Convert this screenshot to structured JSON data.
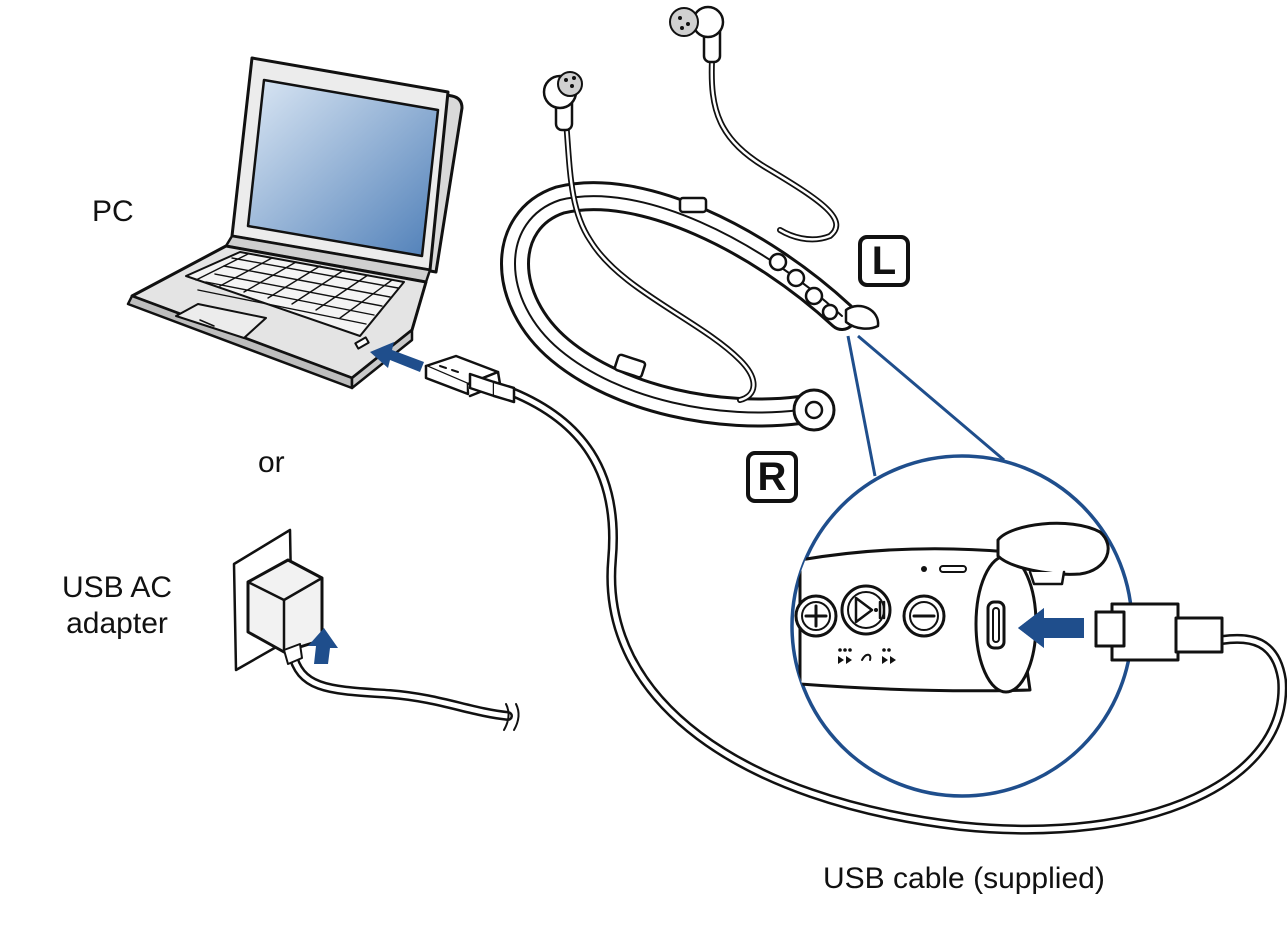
{
  "labels": {
    "pc": "PC",
    "or": "or",
    "usb_ac_adapter": "USB AC adapter",
    "usb_cable": "USB cable (supplied)"
  },
  "badges": {
    "left": "L",
    "right": "R"
  },
  "colors": {
    "line": "#111111",
    "accent_blue": "#1f4e8c",
    "screen_blue": "#4f7fb8",
    "laptop_body": "#e4e4e4",
    "adapter_body": "#f2f2f2"
  },
  "icons": {
    "laptop": "laptop-icon",
    "headset": "neckband-headset-icon",
    "adapter": "usb-ac-adapter-icon",
    "cable": "usb-cable-icon",
    "arrow": "insert-arrow-icon",
    "magnifier": "magnified-detail-icon"
  }
}
